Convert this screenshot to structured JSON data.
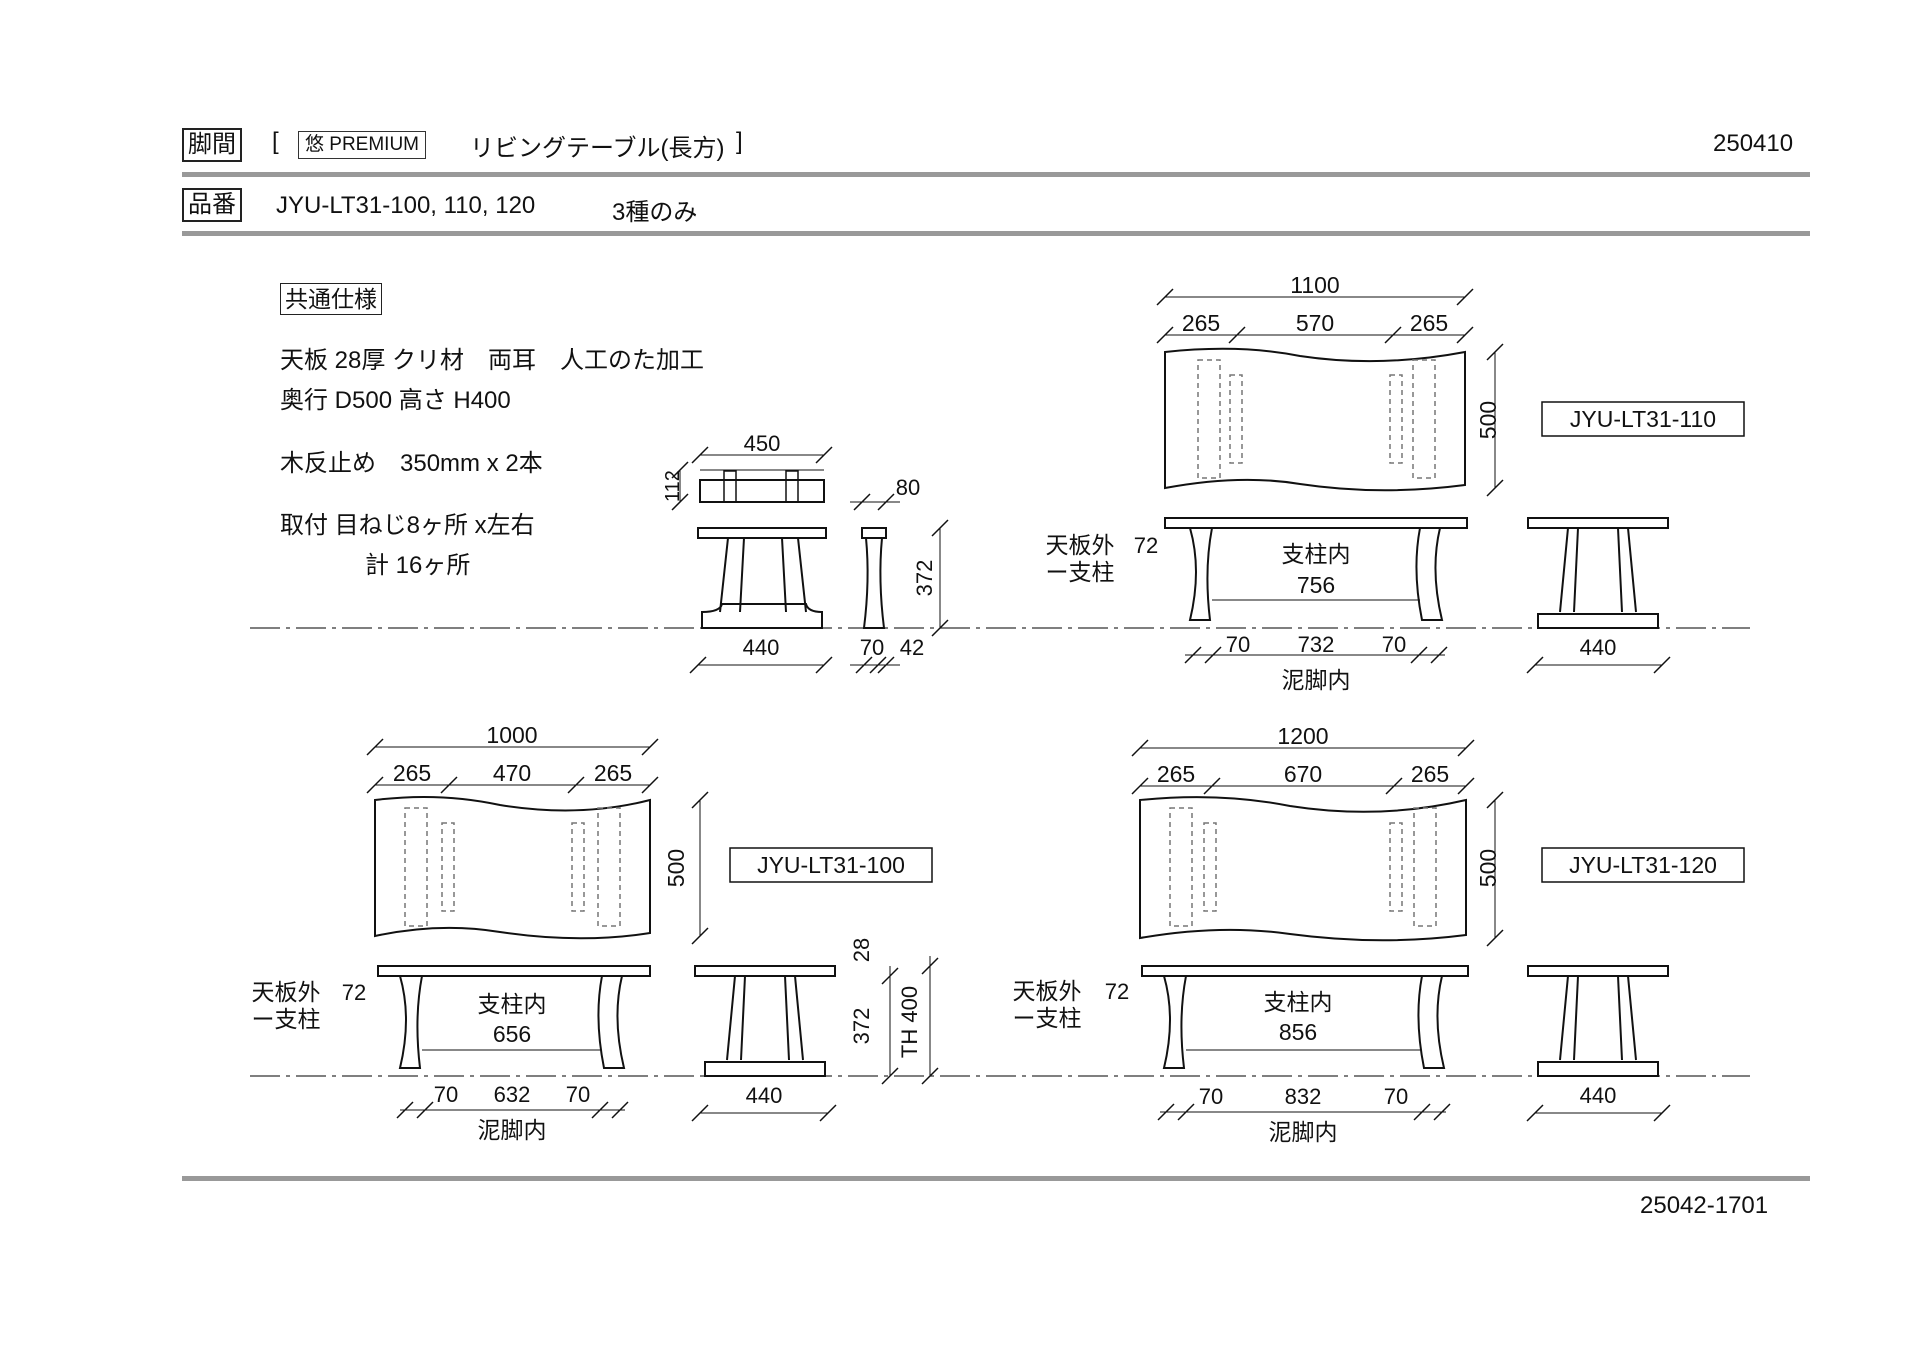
{
  "header": {
    "row1_label": "脚間",
    "bracket_open": "[",
    "series_badge": "悠 PREMIUM",
    "product_name": "リビングテーブル(長方)",
    "bracket_close": "]",
    "date_code": "250410",
    "row2_label": "品番",
    "part_numbers": "JYU-LT31-100, 110, 120",
    "variant_note": "3種のみ"
  },
  "spec": {
    "title": "共通仕様",
    "line1": "天板 28厚 クリ材　両耳　人工のた加工",
    "line2": "奥行 D500 高さ H400",
    "line3": "木反止め　350mm x 2本",
    "line4": "取付 目ねじ8ヶ所 x左右",
    "line5": "計 16ヶ所"
  },
  "footer": {
    "doc_number": "25042-1701"
  },
  "models": [
    {
      "code": "JYU-LT31-110",
      "total": "1100",
      "end": "265",
      "mid": "570",
      "depth": "500",
      "inner_post": "756",
      "foot_end": "70",
      "foot_mid": "732"
    },
    {
      "code": "JYU-LT31-100",
      "total": "1000",
      "end": "265",
      "mid": "470",
      "depth": "500",
      "inner_post": "656",
      "foot_end": "70",
      "foot_mid": "632"
    },
    {
      "code": "JYU-LT31-120",
      "total": "1200",
      "end": "265",
      "mid": "670",
      "depth": "500",
      "inner_post": "856",
      "foot_end": "70",
      "foot_mid": "832"
    }
  ],
  "labels": {
    "post_inner": "支柱内",
    "foot_inner": "泥脚内",
    "top_outer_a": "天板外",
    "top_outer_b": "ー支柱",
    "overhang": "72",
    "side_width": "440",
    "leg_height": "372",
    "top_thickness": "28",
    "total_height": "TH 400",
    "detail_width": "450",
    "detail_height": "112",
    "detail_leg_top": "80",
    "detail_foot_a": "70",
    "detail_foot_b": "42"
  }
}
